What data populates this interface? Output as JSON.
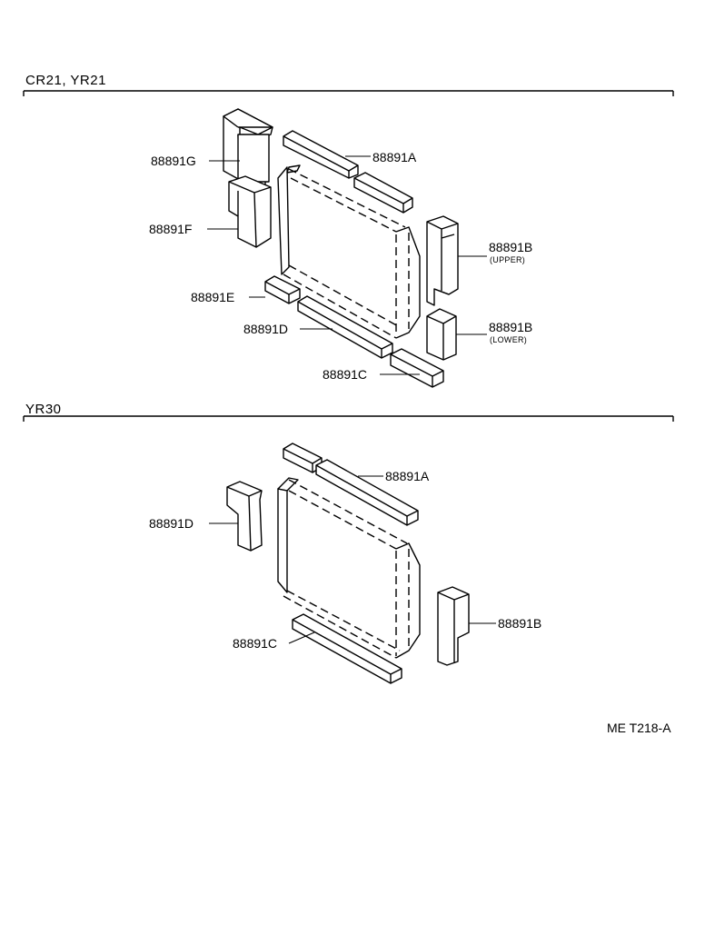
{
  "sections": [
    {
      "title": "CR21, YR21"
    },
    {
      "title": "YR30"
    }
  ],
  "top_labels": {
    "g": "88891G",
    "a": "88891A",
    "f": "88891F",
    "b_upper": "88891B",
    "b_upper_note": "(UPPER)",
    "e": "88891E",
    "d": "88891D",
    "b_lower": "88891B",
    "b_lower_note": "(LOWER)",
    "c": "88891C"
  },
  "bottom_labels": {
    "a": "88891A",
    "d": "88891D",
    "b": "88891B",
    "c": "88891C"
  },
  "footer": {
    "code": "ME  T218-A"
  }
}
